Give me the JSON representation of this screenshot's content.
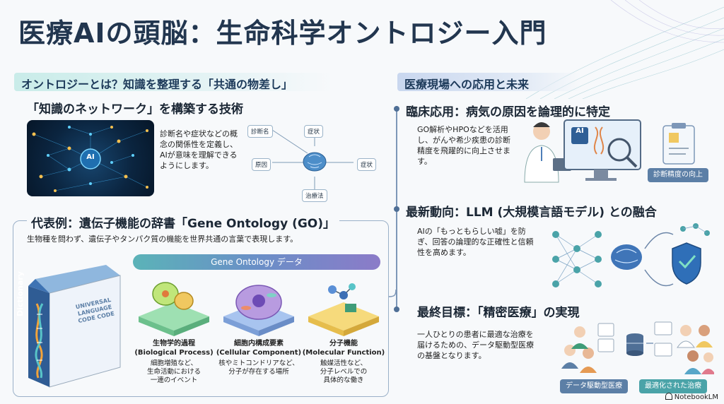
{
  "title": "医療AIの頭脳：生命科学オントロジー入門",
  "left_section": {
    "banner": "オントロジーとは？知識を整理する「共通の物差し」",
    "network": {
      "heading": "「知識のネットワーク」を構築する技術",
      "description": "診断名や症状などの概念の関係性を定義し、AIが意味を理解できるようにします。",
      "image_label": "AI",
      "concepts": [
        "診断名",
        "症状",
        "原因",
        "症状",
        "治療法"
      ]
    },
    "go": {
      "heading": "代表例：遺伝子機能の辞書「Gene Ontology (GO)」",
      "description": "生物種を問わず、遺伝子やタンパク質の機能を世界共通の言葉で表現します。",
      "book_text": "Dictionary",
      "book_stamp": [
        "UNIVERSAL",
        "LANGUAGE",
        "CODE CODE"
      ],
      "data_banner": "Gene Ontology データ",
      "categories": [
        {
          "name": "生物学的過程",
          "english": "(Biological Process)",
          "desc": [
            "細胞増殖など、",
            "生命活動における",
            "一連のイベント"
          ]
        },
        {
          "name": "細胞内構成要素",
          "english": "(Cellular Component)",
          "desc": [
            "核やミトコンドリアなど、",
            "分子が存在する場所"
          ]
        },
        {
          "name": "分子機能",
          "english": "(Molecular Function)",
          "desc": [
            "触媒活性など、",
            "分子レベルでの",
            "具体的な働き"
          ]
        }
      ]
    }
  },
  "right_section": {
    "banner": "医療現場への応用と未来",
    "items": [
      {
        "heading": "臨床応用：病気の原因を論理的に特定",
        "desc": "GO解析やHPOなどを活用し、がんや希少疾患の診断精度を飛躍的に向上させます。",
        "tags": [
          "診断精度の向上"
        ],
        "screen_label": "AI"
      },
      {
        "heading": "最新動向：LLM (大規模言語モデル) との融合",
        "desc": "AIの「もっともらしい嘘」を防ぎ、回答の論理的な正確性と信頼性を高めます。",
        "tags": []
      },
      {
        "heading": "最終目標：「精密医療」の実現",
        "desc": "一人ひとりの患者に最適な治療を届けるための、データ駆動型医療の基盤となります。",
        "tags": [
          "データ駆動型医療",
          "最適化された治療"
        ]
      }
    ]
  },
  "brand": "NotebookLM",
  "colors": {
    "title": "#22364f",
    "teal": "#5bb3b8",
    "blue": "#4f6f96",
    "purple": "#8b7bc8"
  }
}
